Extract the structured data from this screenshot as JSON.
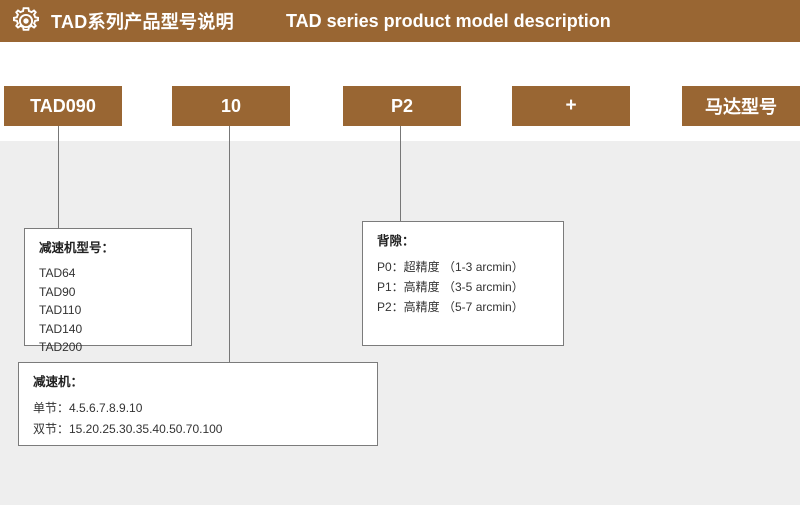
{
  "header": {
    "icon": "gear-icon",
    "title_cn": "TAD系列产品型号说明",
    "title_en": "TAD series product model description",
    "bar_color": "#996633"
  },
  "code_boxes": [
    {
      "id": "tad090",
      "label": "TAD090"
    },
    {
      "id": "ratio",
      "label": "10"
    },
    {
      "id": "p2",
      "label": "P2"
    },
    {
      "id": "plus",
      "label": "+"
    },
    {
      "id": "motor",
      "label": "马达型号"
    }
  ],
  "info_boxes": {
    "model": {
      "title": "减速机型号：",
      "lines": [
        "TAD64",
        "TAD90",
        "TAD110",
        "TAD140",
        "TAD200"
      ]
    },
    "gap": {
      "title": "背隙：",
      "lines": [
        "P0：超精度 （1-3 arcmin）",
        "P1：高精度 （3-5 arcmin）",
        "P2：高精度 （5-7 arcmin）"
      ]
    },
    "reducer": {
      "title": "减速机：",
      "lines": [
        "单节：4.5.6.7.8.9.10",
        "双节：15.20.25.30.35.40.50.70.100"
      ]
    }
  },
  "colors": {
    "brown": "#996633",
    "canvas_grey": "#eeeeee",
    "line_grey": "#777777",
    "border_grey": "#7b7b7b"
  }
}
